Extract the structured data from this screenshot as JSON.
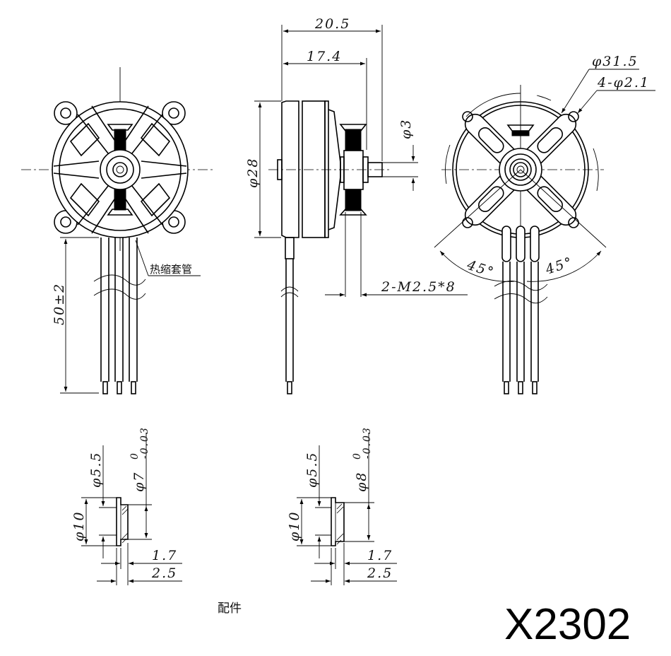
{
  "title": "X2302",
  "accessories_label": "配件",
  "views": {
    "front": {
      "lead_length": "50±2",
      "heat_shrink_label": "热缩套管"
    },
    "side": {
      "overall_length": "20.5",
      "body_length": "17.4",
      "diameter": "φ28",
      "shaft_diameter": "φ3",
      "screws": "2-M2.5*8"
    },
    "rear": {
      "mount_circle": "φ31.5",
      "mount_holes": "4-φ2.1",
      "angle_left": "45°",
      "angle_right": "45°"
    }
  },
  "accessories": [
    {
      "inner_diameter": "φ5.5",
      "outer_diameter": "φ10",
      "shoulder_diameter": "φ7",
      "tol_upper": "0",
      "tol_lower": "-0.03",
      "flange_thickness": "1.7",
      "total_length": "2.5"
    },
    {
      "inner_diameter": "φ5.5",
      "outer_diameter": "φ10",
      "shoulder_diameter": "φ8",
      "tol_upper": "0",
      "tol_lower": "-0.03",
      "flange_thickness": "1.7",
      "total_length": "2.5"
    }
  ],
  "colors": {
    "line": "#000000",
    "background": "#ffffff"
  }
}
